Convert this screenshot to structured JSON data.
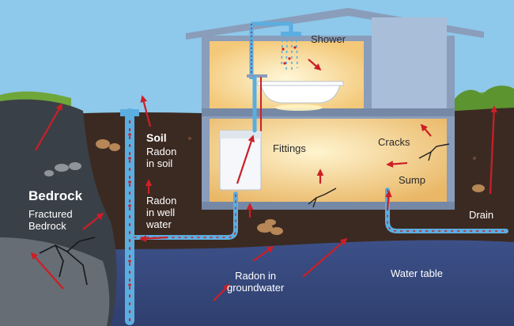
{
  "labels": {
    "shower": "Shower",
    "soil_title": "Soil",
    "soil_sub": "Radon\nin soil",
    "well_water": "Radon\nin well\nwater",
    "fittings": "Fittings",
    "cracks": "Cracks",
    "sump": "Sump",
    "bedrock_title": "Bedrock",
    "bedrock_sub": "Fractured\nBedrock",
    "drain": "Drain",
    "groundwater": "Radon in\ngroundwater",
    "water_table": "Water table"
  },
  "colors": {
    "sky": "#8ec8ea",
    "soil": "#3b2a22",
    "bedrock": "#3a4047",
    "groundwater": "#36487a",
    "house_wall": "#8a9dba",
    "room_light": "#fbe6b0",
    "pipe": "#5aaee0",
    "radon_arrow": "#cc1f26",
    "grass": "#6fa63a"
  }
}
